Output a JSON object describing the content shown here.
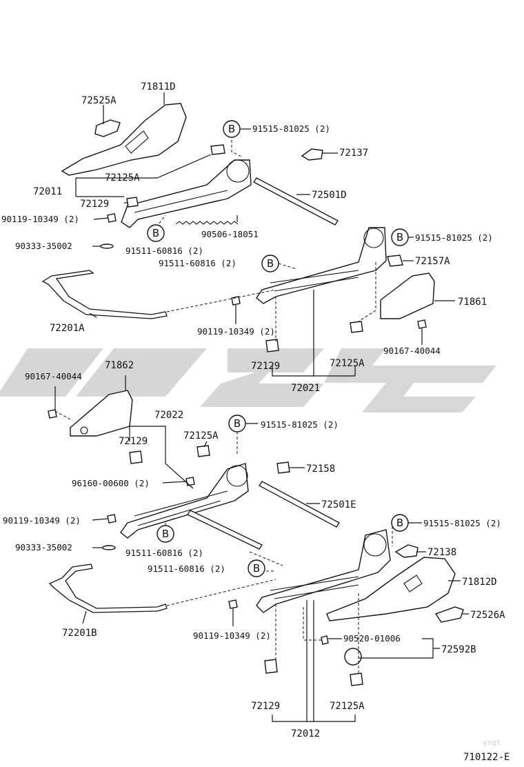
{
  "watermark": {
    "text": "ysgt",
    "color": "#d0d0d0"
  },
  "diagram_code": "710122-E",
  "bubble_letter": "B",
  "labels": {
    "p72525A": "72525A",
    "p71811D": "71811D",
    "p91515_81025_a": "91515-81025 (2)",
    "p72137": "72137",
    "p72125A_a": "72125A",
    "p72011": "72011",
    "p72501D": "72501D",
    "p72129_a": "72129",
    "p90119_10349_a": "90119-10349 (2)",
    "p90506_18051": "90506-18051",
    "p91515_81025_b": "91515-81025 (2)",
    "p90333_35002_a": "90333-35002",
    "p91511_60816_a": "91511-60816 (2)",
    "p91511_60816_b": "91511-60816 (2)",
    "p72157A": "72157A",
    "p71861": "71861",
    "p72201A": "72201A",
    "p90119_10349_b": "90119-10349 (2)",
    "p90167_40044_a": "90167-40044",
    "p72129_b": "72129",
    "p72125A_b": "72125A",
    "p72021": "72021",
    "p90167_40044_b": "90167-40044",
    "p71862": "71862",
    "p72022": "72022",
    "p91515_81025_c": "91515-81025 (2)",
    "p72129_c": "72129",
    "p72125A_c": "72125A",
    "p72158": "72158",
    "p96160_00600": "96160-00600 (2)",
    "p72501E": "72501E",
    "p90119_10349_c": "90119-10349 (2)",
    "p91515_81025_d": "91515-81025 (2)",
    "p90333_35002_b": "90333-35002",
    "p91511_60816_c": "91511-60816 (2)",
    "p72138": "72138",
    "p91511_60816_d": "91511-60816 (2)",
    "p71812D": "71812D",
    "p72526A": "72526A",
    "p72201B": "72201B",
    "p90119_10349_d": "90119-10349 (2)",
    "p90520_01006": "90520-01006",
    "p72592B": "72592B",
    "p72129_d": "72129",
    "p72125A_d": "72125A",
    "p72012": "72012"
  }
}
